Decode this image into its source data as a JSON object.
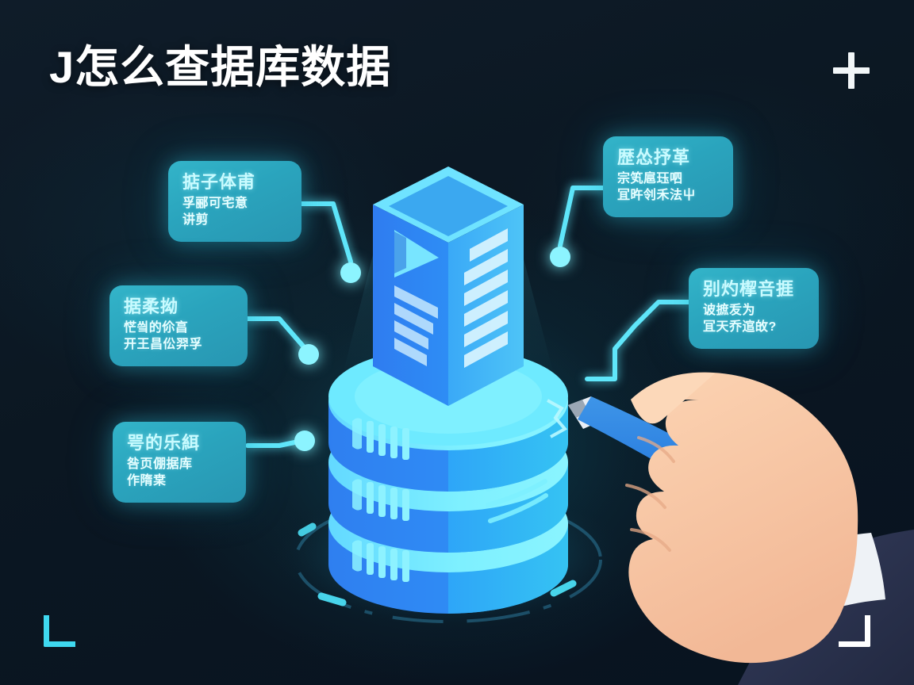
{
  "page": {
    "title": "J怎么查据库数据",
    "background_color": "#0b1722",
    "accent_color": "#3fd8ef",
    "box_color": "#2aa4bd",
    "text_color": "#ffffff"
  },
  "header": {
    "title": "J怎么查据库数据",
    "add_icon": "plus-icon"
  },
  "corners": {
    "bottom_left": "corner-bracket-bottom-left",
    "bottom_right": "corner-bracket-bottom-right"
  },
  "callouts": [
    {
      "id": "callout-top-left",
      "title": "掂子体甫",
      "lines": [
        "孚郦可宅意",
        "讲剪"
      ],
      "side": "left"
    },
    {
      "id": "callout-mid-left",
      "title": "据柔拗",
      "lines": [
        "恾씤的伱亯",
        "开王昌伀羿孚"
      ],
      "side": "left"
    },
    {
      "id": "callout-bottom-left",
      "title": "咢的乐䋙",
      "lines": [
        "咎页倗据库",
        "作隋枽"
      ],
      "side": "left"
    },
    {
      "id": "callout-top-right",
      "title": "歴怂抒革",
      "lines": [
        "宗笂扈珏呬",
        "冝旿刢禾法屮"
      ],
      "side": "right"
    },
    {
      "id": "callout-mid-right",
      "title": "别灼㮮咅捱",
      "lines": [
        "诐摭叐为",
        "冝天乔逭敀?"
      ],
      "side": "right"
    }
  ],
  "illustration": {
    "name": "isometric-database-server",
    "server_tower": "server-tower",
    "database_cylinder": "database-cylinder",
    "disc_layers": 3,
    "halo_ring": "glow-ring",
    "hand": "hand-holding-stylus",
    "stylus": "blue-stylus-pen",
    "cuff": "white-shirt-cuff",
    "sleeve": "navy-suit-sleeve",
    "colors": {
      "cyan_bright": "#4fe8ff",
      "blue_mid": "#2f8cf5",
      "blue_deep": "#1f6fe0",
      "skin": "#f9c9a6",
      "skin_shadow": "#eead85",
      "pen_blue": "#2b7fe0",
      "sleeve_navy": "#2c3350"
    }
  },
  "connectors": {
    "node_color": "#7df3ff",
    "line_color": "#5fe6fa",
    "count": 5
  }
}
